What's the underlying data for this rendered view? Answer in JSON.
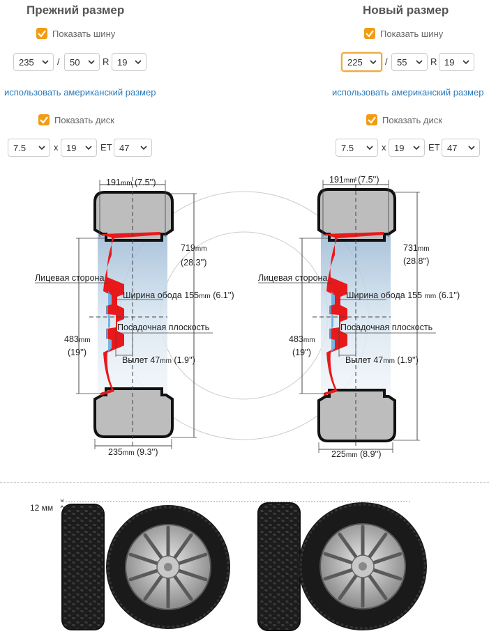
{
  "old": {
    "title": "Прежний размер",
    "show_tire": "Показать шину",
    "tire": {
      "width": "235",
      "profile": "50",
      "r_label": "R",
      "diameter": "19"
    },
    "slash": "/",
    "american_link": "использовать американский размер",
    "show_disc": "Показать диск",
    "disc": {
      "width": "7.5",
      "x": "x",
      "diameter": "19",
      "et_label": "ET",
      "et": "47"
    },
    "diagram": {
      "rim_width": "191",
      "rim_width_in": "(7.5'')",
      "overall_d": "719",
      "overall_d_in": "(28.3'')",
      "face_side": "Лицевая сторона",
      "rim_w_label": "Ширина обода 155",
      "rim_w_in": "(6.1'')",
      "mount_plane": "Посадочная плоскость",
      "rim_d": "483",
      "rim_d_in": "(19'')",
      "offset_label": "Вылет 47",
      "offset_in": "(1.9'')",
      "tire_w": "235",
      "tire_w_in": "(9.3'')",
      "unit": "mm"
    }
  },
  "new": {
    "title": "Новый размер",
    "show_tire": "Показать шину",
    "tire": {
      "width": "225",
      "profile": "55",
      "r_label": "R",
      "diameter": "19"
    },
    "slash": "/",
    "american_link": "использовать американский размер",
    "show_disc": "Показать диск",
    "disc": {
      "width": "7.5",
      "x": "x",
      "diameter": "19",
      "et_label": "ET",
      "et": "47"
    },
    "diagram": {
      "rim_width": "191",
      "rim_width_in": "(7.5'')",
      "overall_d": "731",
      "overall_d_in": "(28.8'')",
      "face_side": "Лицевая сторона",
      "rim_w_label": "Ширина обода 155",
      "rim_w_in": "(6.1'')",
      "mount_plane": "Посадочная плоскость",
      "rim_d": "483",
      "rim_d_in": "(19'')",
      "offset_label": "Вылет 47",
      "offset_in": "(1.9'')",
      "tire_w": "225",
      "tire_w_in": "(8.9'')",
      "unit": "mm"
    }
  },
  "height_diff": "12 мм",
  "colors": {
    "accent": "#f39c12",
    "link": "#2a7ab8",
    "rim_red": "#e8191b"
  }
}
